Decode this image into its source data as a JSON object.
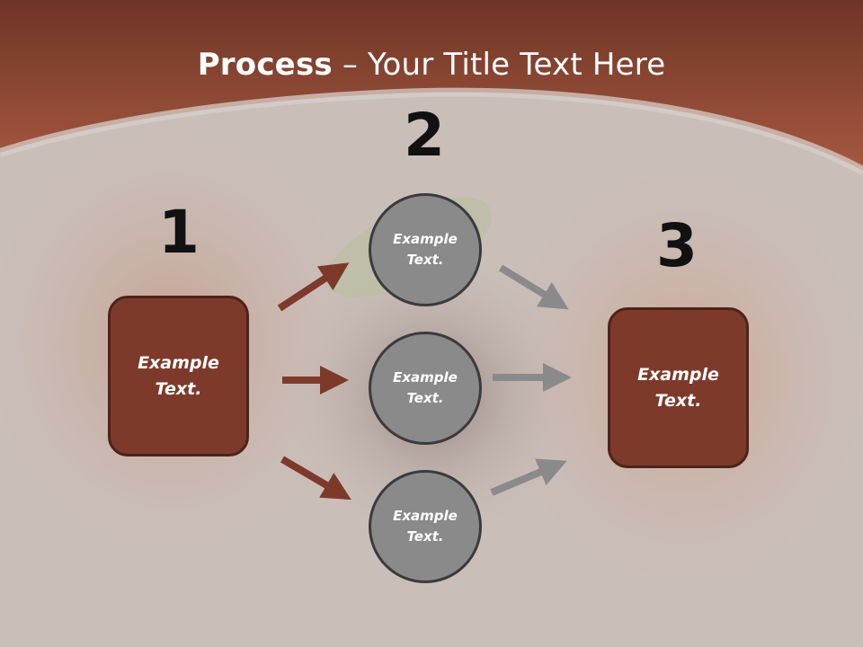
{
  "slide": {
    "title_bold": "Process",
    "title_rest": " – Your Title Text Here"
  },
  "steps": {
    "num1": "1",
    "num2": "2",
    "num3": "3"
  },
  "left_box": {
    "text": "Example Text."
  },
  "right_box": {
    "text": "Example Text."
  },
  "circles": [
    {
      "text": "Example Text."
    },
    {
      "text": "Example Text."
    },
    {
      "text": "Example Text."
    }
  ],
  "colors": {
    "header": "#8e4530",
    "box_fill": "#7d3a2b",
    "circle_fill": "#8a8a8a",
    "arrow_red": "#7d3a2b",
    "arrow_gray": "#8a8a8a"
  }
}
